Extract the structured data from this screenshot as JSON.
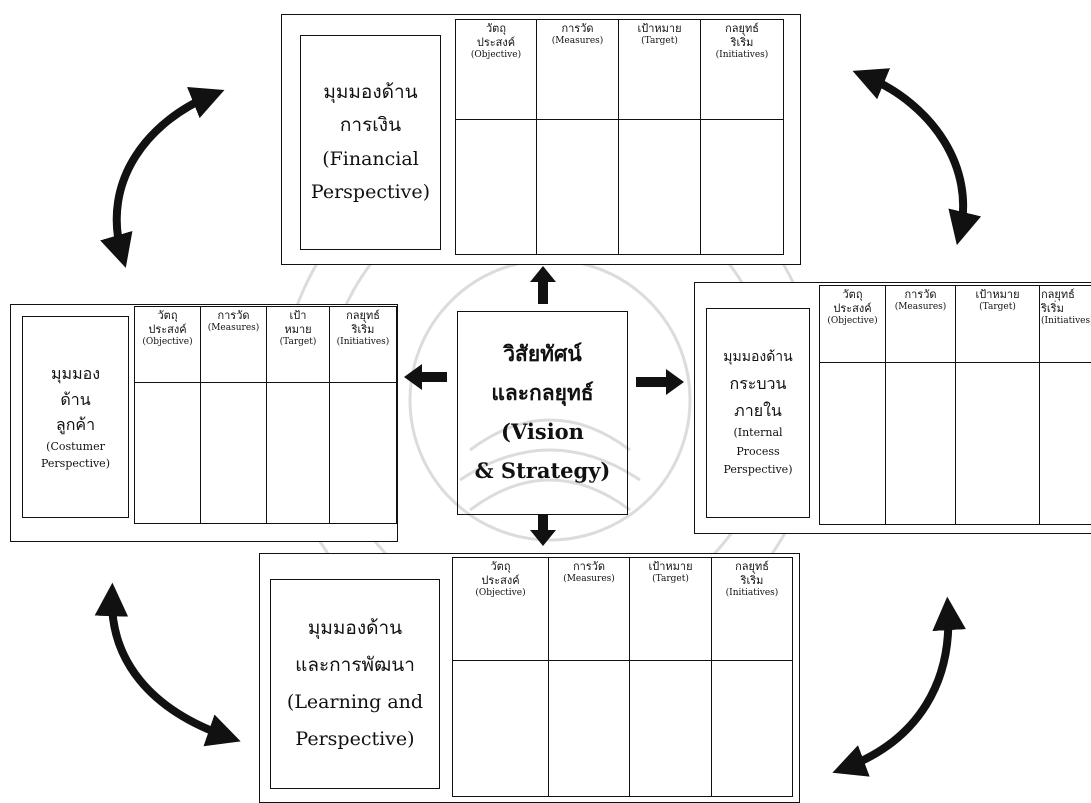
{
  "column_headers": [
    {
      "thai": [
        "วัตถุ",
        "ประสงค์"
      ],
      "en": "(Objective)"
    },
    {
      "thai": [
        "การวัด"
      ],
      "en": "(Measures)"
    },
    {
      "thai": [
        "เป้าหมาย"
      ],
      "en": "(Target)"
    },
    {
      "thai": [
        "กลยุทธ์",
        "ริเริ่ม"
      ],
      "en": "(Initiatives)"
    }
  ],
  "left_column_headers": [
    {
      "thai": [
        "วัตถุ",
        "ประสงค์"
      ],
      "en": "(Objective)"
    },
    {
      "thai": [
        "การวัด"
      ],
      "en": "(Measures)"
    },
    {
      "thai": [
        "เป้า",
        "หมาย"
      ],
      "en": "(Target)"
    },
    {
      "thai": [
        "กลยุทธ์",
        "ริเริ่ม"
      ],
      "en": "(Initiatives)"
    }
  ],
  "center": {
    "line1": "วิสัยทัศน์",
    "line2": "และกลยุทธ์",
    "line3": "(Vision",
    "line4": "& Strategy)"
  },
  "perspectives": {
    "financial": {
      "lines": [
        "มุมมองด้าน",
        "การเงิน",
        "(Financial",
        "Perspective)"
      ]
    },
    "customer": {
      "lines": [
        "มุมมอง",
        "ด้าน",
        "ลูกค้า",
        "(Costumer",
        "Perspective)"
      ]
    },
    "internal": {
      "lines": [
        "มุมมองด้าน",
        "กระบวน",
        "ภายใน",
        "(Internal",
        "Process",
        "Perspective)"
      ]
    },
    "learning": {
      "lines": [
        "มุมมองด้าน",
        "และการพัฒนา",
        "(Learning and",
        "Perspective)"
      ]
    }
  }
}
